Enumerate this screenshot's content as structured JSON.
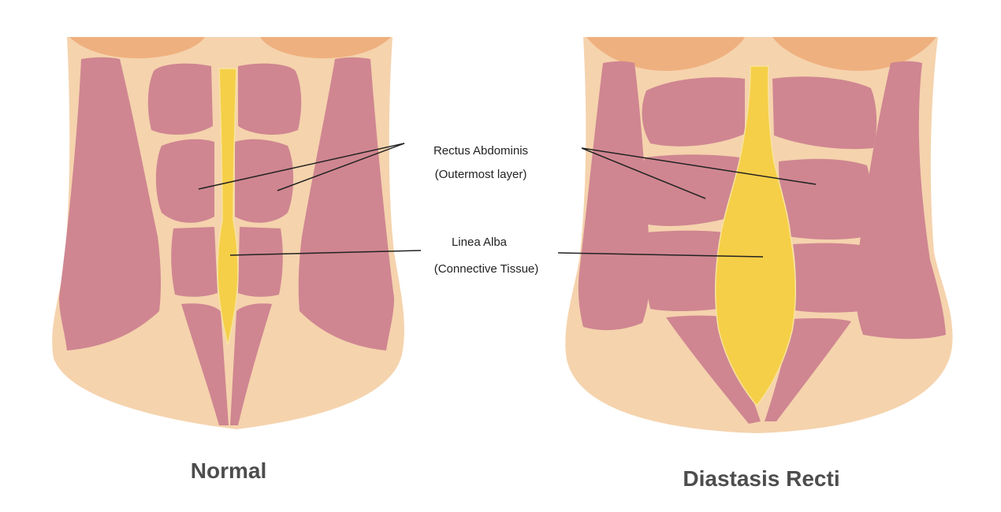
{
  "labels": {
    "rectus_line1": "Rectus Abdominis",
    "rectus_line2": "(Outermost layer)",
    "linea_line1": "Linea Alba",
    "linea_line2": "(Connective Tissue)"
  },
  "captions": {
    "left": "Normal",
    "right": "Diastasis Recti"
  },
  "colors": {
    "skin": "#f5d3ad",
    "breast": "#efb07f",
    "muscle": "#cf8691",
    "fascia": "#f7d28c",
    "linea_alba": "#f6cf48",
    "leader_line": "#222222",
    "caption": "#4d4d4d"
  }
}
